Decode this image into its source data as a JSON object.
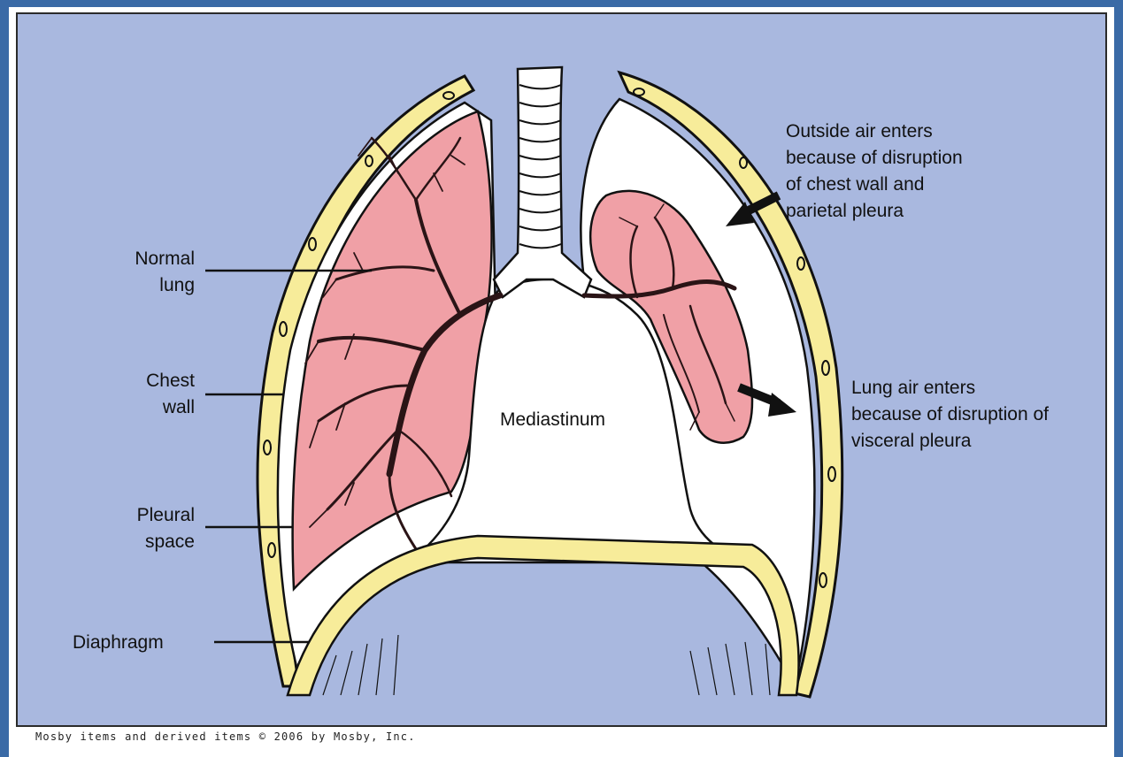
{
  "labels": {
    "normal_lung": "Normal\nlung",
    "chest_wall": "Chest\nwall",
    "pleural_space": "Pleural\nspace",
    "diaphragm": "Diaphragm",
    "mediastinum": "Mediastinum",
    "outside_air": "Outside air enters\nbecause of disruption\nof chest wall and\nparietal pleura",
    "lung_air": "Lung air enters\nbecause of disruption of\nvisceral pleura"
  },
  "copyright": "Mosby items and derived items © 2006 by Mosby, Inc.",
  "colors": {
    "background_panel": "#a9b8df",
    "frame_blue": "#3a6aa6",
    "lung_pink": "#f0a0a6",
    "pleura_yellow": "#f7ec9a",
    "bronchi": "#2a1416"
  }
}
